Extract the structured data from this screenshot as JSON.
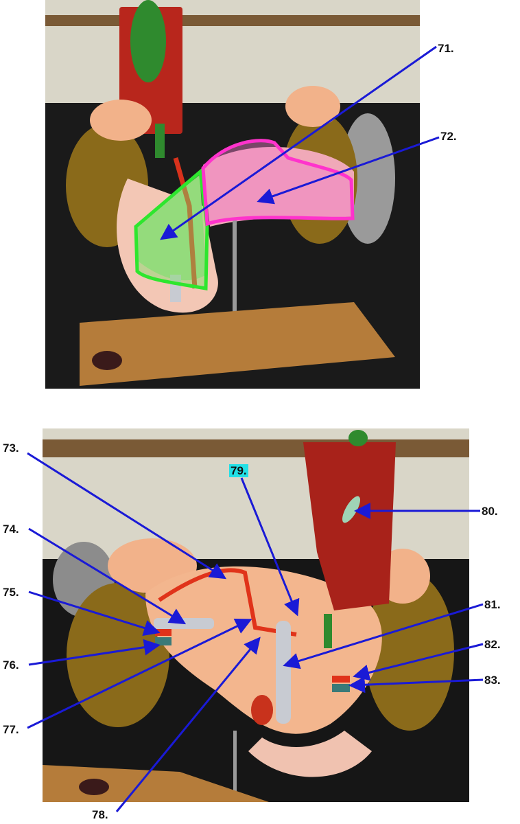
{
  "figure": {
    "labels": [
      {
        "id": "71",
        "text": "71."
      },
      {
        "id": "72",
        "text": "72."
      },
      {
        "id": "73",
        "text": "73."
      },
      {
        "id": "74",
        "text": "74."
      },
      {
        "id": "75",
        "text": "75."
      },
      {
        "id": "76",
        "text": "76."
      },
      {
        "id": "77",
        "text": "77."
      },
      {
        "id": "78",
        "text": "78."
      },
      {
        "id": "79",
        "text": "79."
      },
      {
        "id": "80",
        "text": "80."
      },
      {
        "id": "81",
        "text": "81."
      },
      {
        "id": "82",
        "text": "82."
      },
      {
        "id": "83",
        "text": "83."
      }
    ],
    "highlighted_label": "79.",
    "colors": {
      "leader_line": "#1a1ad6",
      "outline_head": "#2ee62e",
      "outline_body_tail": "#ff33cc",
      "label_highlight": "#22e0e6"
    }
  }
}
